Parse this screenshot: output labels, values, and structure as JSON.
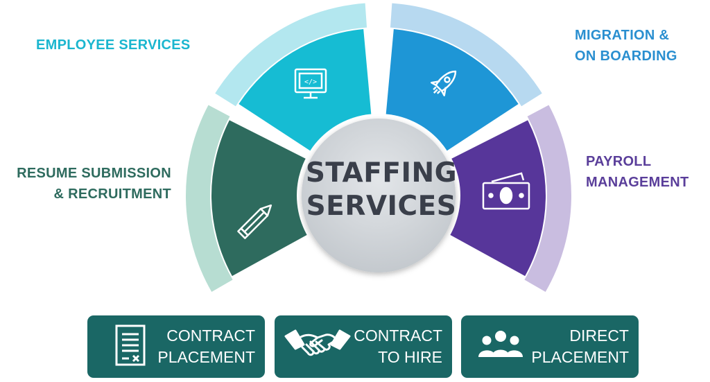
{
  "center": {
    "title": "STAFFING\nSERVICES"
  },
  "segments": [
    {
      "label": "RESUME SUBMISSION\n& RECRUITMENT",
      "color": "#2e6b5e",
      "light": "#b7ddd2",
      "icon": "pencil-icon"
    },
    {
      "label": "EMPLOYEE SERVICES",
      "color": "#16bcd3",
      "light": "#b3e7ef",
      "icon": "monitor-code-icon"
    },
    {
      "label": "MIGRATION &\nON BOARDING",
      "color": "#1e96d6",
      "light": "#b7d9f0",
      "icon": "rocket-icon"
    },
    {
      "label": "PAYROLL\nMANAGEMENT",
      "color": "#57369a",
      "light": "#c9bde0",
      "icon": "money-icon"
    }
  ],
  "cards": [
    {
      "label": "CONTRACT\nPLACEMENT",
      "icon": "contract-document-icon"
    },
    {
      "label": "CONTRACT\nTO HIRE",
      "icon": "handshake-icon"
    },
    {
      "label": "DIRECT\nPLACEMENT",
      "icon": "team-people-icon"
    }
  ]
}
